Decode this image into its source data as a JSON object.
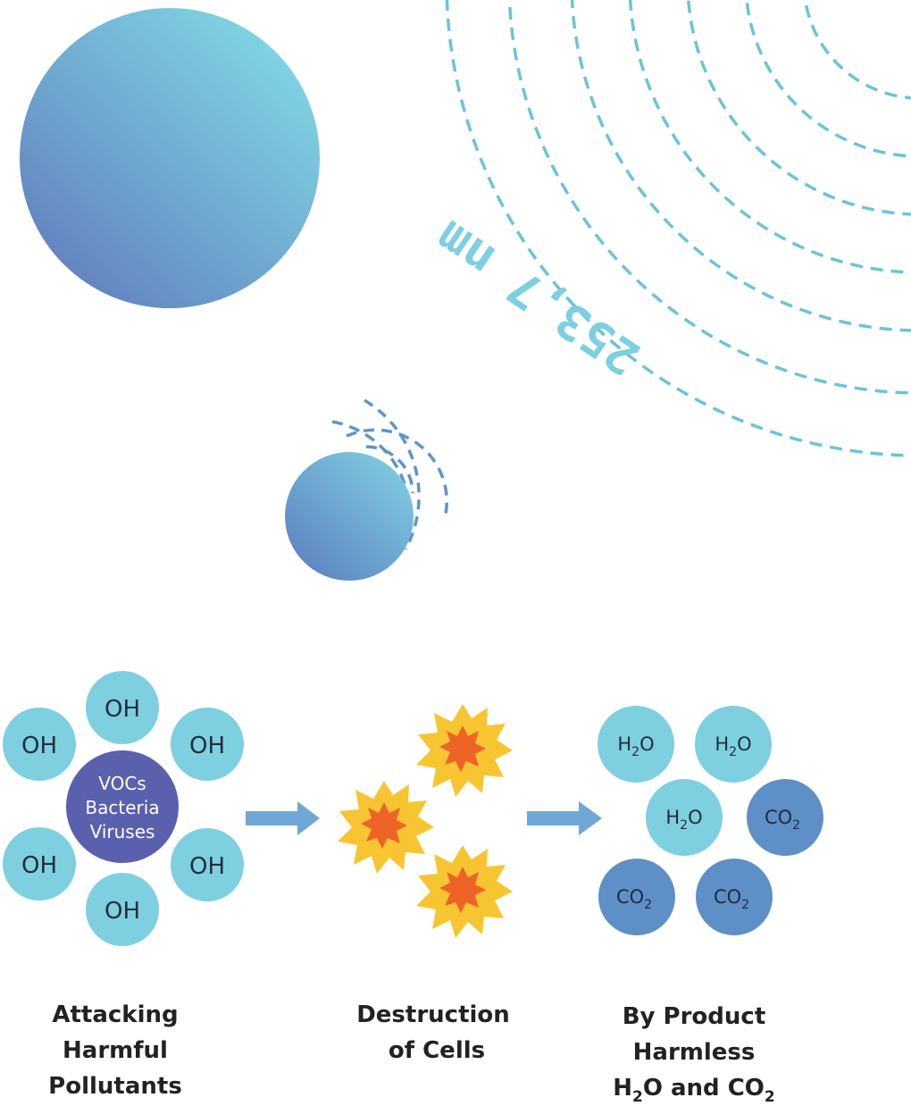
{
  "wavelength_label": "253,7 nm",
  "pollutants": {
    "oh_label": "OH",
    "core_lines": [
      "VOCs",
      "Bacteria",
      "Viruses"
    ]
  },
  "byproducts": {
    "h2o": {
      "main": "H",
      "sub": "2",
      "tail": "O"
    },
    "co2": {
      "main": "CO",
      "sub": "2"
    }
  },
  "captions": {
    "left": [
      "Attacking",
      "Harmful",
      "Pollutants"
    ],
    "middle": [
      "Destruction",
      "of Cells"
    ],
    "right_line1": "By Product",
    "right_line2": "Harmless",
    "right_line3": {
      "a": "H",
      "sub1": "2",
      "b": "O and CO",
      "sub2": "2"
    }
  },
  "colors": {
    "light_blue": "#7ECFE0",
    "mid_blue": "#5E8FC6",
    "core_purple": "#5A5FAE",
    "arrow": "#6FA8D6",
    "burst_yellow": "#F7C531",
    "burst_orange": "#EE6427",
    "dash": "#6CC3D8"
  }
}
